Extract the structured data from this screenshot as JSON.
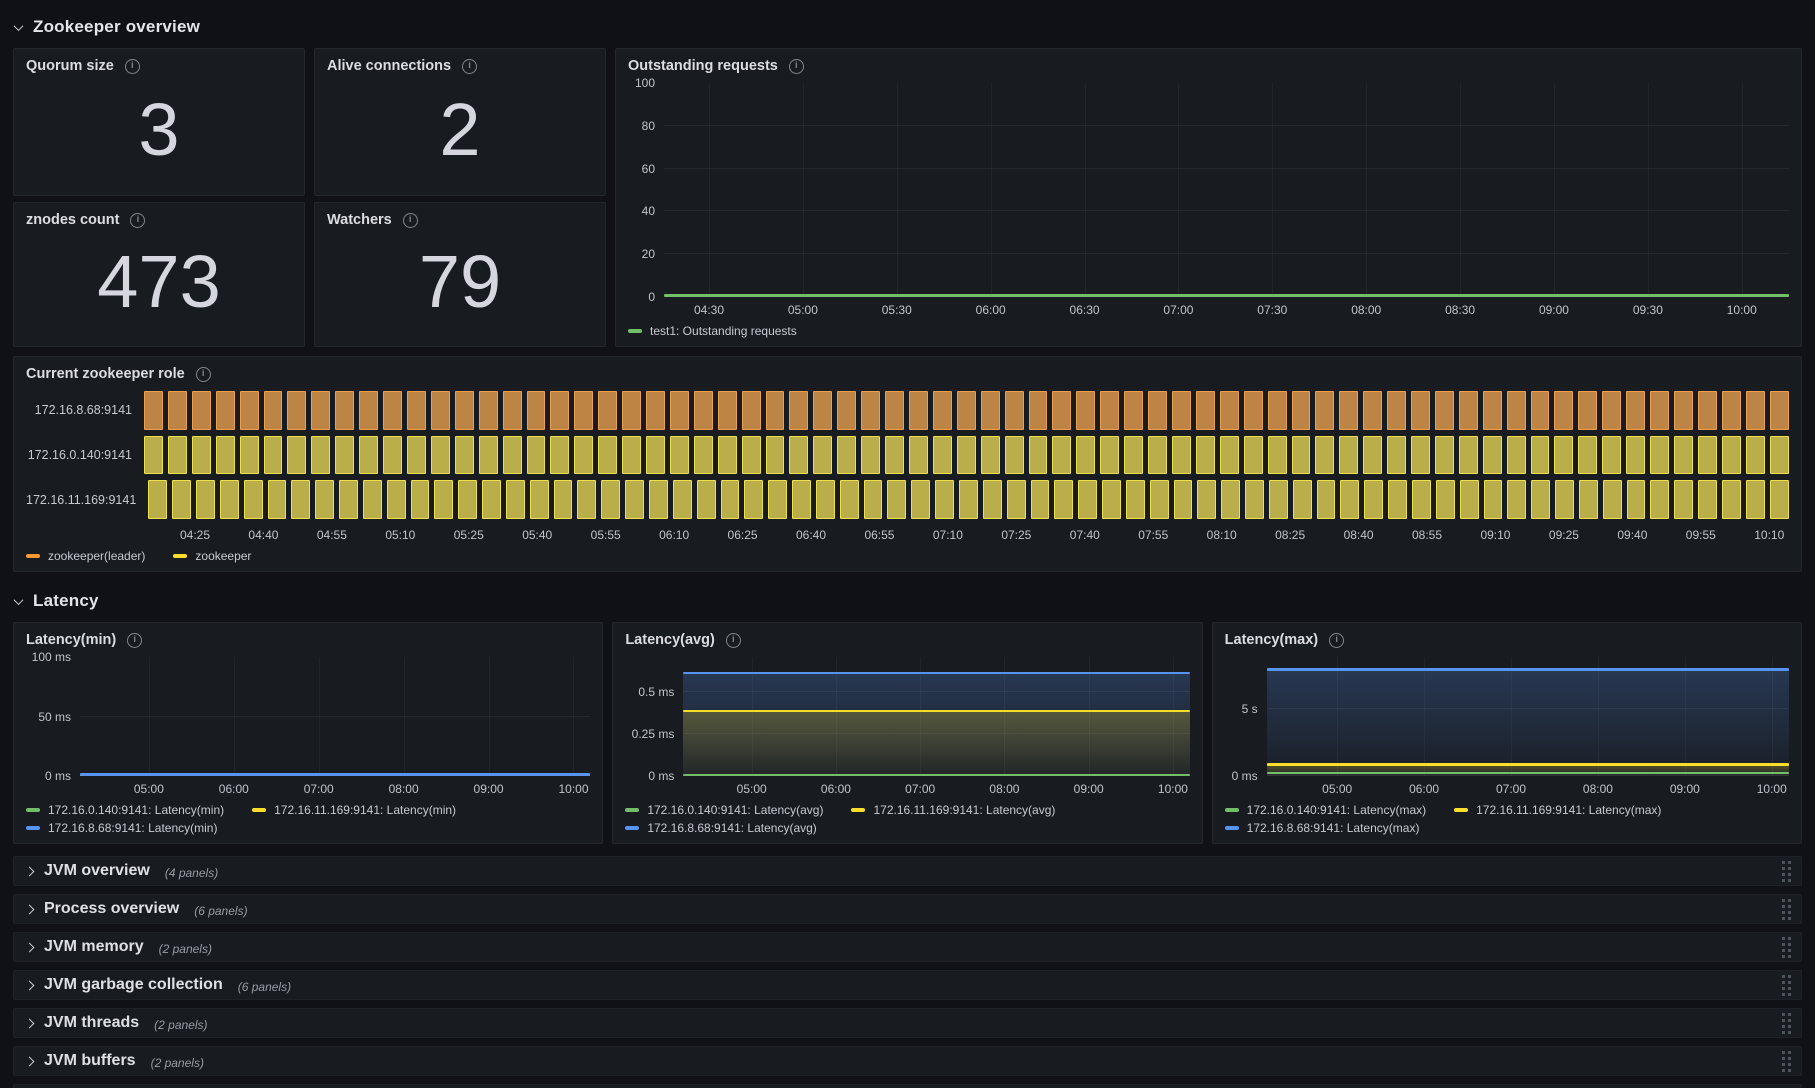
{
  "sections": {
    "overview": {
      "title": "Zookeeper overview"
    },
    "latency": {
      "title": "Latency"
    }
  },
  "stats": [
    {
      "title": "Quorum size",
      "value": "3"
    },
    {
      "title": "Alive connections",
      "value": "2"
    },
    {
      "title": "znodes count",
      "value": "473"
    },
    {
      "title": "Watchers",
      "value": "79"
    }
  ],
  "panels": {
    "outstanding": {
      "title": "Outstanding requests"
    },
    "role": {
      "title": "Current zookeeper role"
    },
    "latency_min": {
      "title": "Latency(min)"
    },
    "latency_avg": {
      "title": "Latency(avg)"
    },
    "latency_max": {
      "title": "Latency(max)"
    }
  },
  "charts": {
    "outstanding": {
      "ylabel_width": 36,
      "y_ticks": [
        {
          "label": "0",
          "frac": 0.0
        },
        {
          "label": "20",
          "frac": 0.2
        },
        {
          "label": "40",
          "frac": 0.4
        },
        {
          "label": "60",
          "frac": 0.6
        },
        {
          "label": "80",
          "frac": 0.8
        },
        {
          "label": "100",
          "frac": 1.0
        }
      ],
      "x_ticks": [
        "04:30",
        "05:00",
        "05:30",
        "06:00",
        "06:30",
        "07:00",
        "07:30",
        "08:00",
        "08:30",
        "09:00",
        "09:30",
        "10:00"
      ],
      "x_range": [
        0.04,
        0.958
      ],
      "series": [
        {
          "name": "test1: Outstanding requests",
          "color": "#73bf69",
          "frac": 0.006,
          "fill": false
        }
      ],
      "legend": [
        [
          {
            "label": "test1: Outstanding requests",
            "color": "#73bf69"
          }
        ]
      ]
    },
    "latency_min": {
      "ylabel_width": 54,
      "y_ticks": [
        {
          "label": "0 ms",
          "frac": 0.0
        },
        {
          "label": "50 ms",
          "frac": 0.5
        },
        {
          "label": "100 ms",
          "frac": 1.0
        }
      ],
      "x_ticks": [
        "05:00",
        "06:00",
        "07:00",
        "08:00",
        "09:00",
        "10:00"
      ],
      "x_range": [
        0.135,
        0.967
      ],
      "series": [
        {
          "name": "172.16.0.140:9141: Latency(min)",
          "color": "#73bf69",
          "frac": 0.006,
          "fill": false
        },
        {
          "name": "172.16.11.169:9141: Latency(min)",
          "color": "#fade2a",
          "frac": 0.006,
          "fill": false
        },
        {
          "name": "172.16.8.68:9141: Latency(min)",
          "color": "#5794f2",
          "frac": 0.012,
          "fill": false
        }
      ],
      "legend": [
        [
          {
            "label": "172.16.0.140:9141: Latency(min)",
            "color": "#73bf69"
          },
          {
            "label": "172.16.11.169:9141: Latency(min)",
            "color": "#fade2a"
          }
        ],
        [
          {
            "label": "172.16.8.68:9141: Latency(min)",
            "color": "#5794f2"
          }
        ]
      ]
    },
    "latency_avg": {
      "ylabel_width": 58,
      "y_ticks": [
        {
          "label": "0 ms",
          "frac": 0.0
        },
        {
          "label": "0.25 ms",
          "frac": 0.352
        },
        {
          "label": "0.5 ms",
          "frac": 0.704
        }
      ],
      "x_ticks": [
        "05:00",
        "06:00",
        "07:00",
        "08:00",
        "09:00",
        "10:00"
      ],
      "x_range": [
        0.135,
        0.967
      ],
      "series": [
        {
          "name": "172.16.8.68:9141: Latency(avg)",
          "color": "#5794f2",
          "frac": 0.862,
          "fill": true
        },
        {
          "name": "172.16.11.169:9141: Latency(avg)",
          "color": "#fade2a",
          "frac": 0.545,
          "fill": true
        },
        {
          "name": "172.16.0.140:9141: Latency(avg)",
          "color": "#73bf69",
          "frac": 0.008,
          "fill": false
        }
      ],
      "legend": [
        [
          {
            "label": "172.16.0.140:9141: Latency(avg)",
            "color": "#73bf69"
          },
          {
            "label": "172.16.11.169:9141: Latency(avg)",
            "color": "#fade2a"
          }
        ],
        [
          {
            "label": "172.16.8.68:9141: Latency(avg)",
            "color": "#5794f2"
          }
        ]
      ]
    },
    "latency_max": {
      "ylabel_width": 42,
      "y_ticks": [
        {
          "label": "0 ms",
          "frac": 0.0
        },
        {
          "label": "5 s",
          "frac": 0.565
        }
      ],
      "x_ticks": [
        "05:00",
        "06:00",
        "07:00",
        "08:00",
        "09:00",
        "10:00"
      ],
      "x_range": [
        0.135,
        0.967
      ],
      "series": [
        {
          "name": "172.16.8.68:9141: Latency(max)",
          "color": "#5794f2",
          "frac": 0.894,
          "fill": true
        },
        {
          "name": "172.16.11.169:9141: Latency(max)",
          "color": "#fade2a",
          "frac": 0.096,
          "fill": true
        },
        {
          "name": "172.16.0.140:9141: Latency(max)",
          "color": "#73bf69",
          "frac": 0.024,
          "fill": false
        }
      ],
      "legend": [
        [
          {
            "label": "172.16.0.140:9141: Latency(max)",
            "color": "#73bf69"
          },
          {
            "label": "172.16.11.169:9141: Latency(max)",
            "color": "#fade2a"
          }
        ],
        [
          {
            "label": "172.16.8.68:9141: Latency(max)",
            "color": "#5794f2"
          }
        ]
      ]
    }
  },
  "role_timeline": {
    "rows": [
      {
        "label": "172.16.8.68:9141",
        "state": "zookeeper(leader)",
        "border": "#ef9f4d",
        "fill": "#bc8546"
      },
      {
        "label": "172.16.0.140:9141",
        "state": "zookeeper",
        "border": "#ede04b",
        "fill": "#b9ae4a"
      },
      {
        "label": "172.16.11.169:9141",
        "state": "zookeeper",
        "border": "#ede04b",
        "fill": "#b9ae4a"
      }
    ],
    "bars_per_row": 69,
    "x_ticks": [
      "04:25",
      "04:40",
      "04:55",
      "05:10",
      "05:25",
      "05:40",
      "05:55",
      "06:10",
      "06:25",
      "06:40",
      "06:55",
      "07:10",
      "07:25",
      "07:40",
      "07:55",
      "08:10",
      "08:25",
      "08:40",
      "08:55",
      "09:10",
      "09:25",
      "09:40",
      "09:55",
      "10:10"
    ],
    "x_range": [
      0.031,
      0.988
    ],
    "legend": [
      [
        {
          "label": "zookeeper(leader)",
          "color": "#ff9830"
        },
        {
          "label": "zookeeper",
          "color": "#fade2a"
        }
      ]
    ]
  },
  "collapsed_rows": [
    {
      "title": "JVM overview",
      "count": "(4 panels)"
    },
    {
      "title": "Process overview",
      "count": "(6 panels)"
    },
    {
      "title": "JVM memory",
      "count": "(2 panels)"
    },
    {
      "title": "JVM garbage collection",
      "count": "(6 panels)"
    },
    {
      "title": "JVM threads",
      "count": "(2 panels)"
    },
    {
      "title": "JVM buffers",
      "count": "(2 panels)"
    }
  ],
  "chart_data": [
    {
      "type": "line",
      "title": "Outstanding requests",
      "ylim": [
        0,
        100
      ],
      "x_range": [
        "04:30",
        "10:00"
      ],
      "series": [
        {
          "name": "test1: Outstanding requests",
          "constant_value": 0
        }
      ]
    },
    {
      "type": "state-timeline",
      "title": "Current zookeeper role",
      "x_range": [
        "04:25",
        "10:10"
      ],
      "rows": [
        {
          "name": "172.16.8.68:9141",
          "state": "zookeeper(leader)"
        },
        {
          "name": "172.16.0.140:9141",
          "state": "zookeeper"
        },
        {
          "name": "172.16.11.169:9141",
          "state": "zookeeper"
        }
      ]
    },
    {
      "type": "line",
      "title": "Latency(min)",
      "unit": "ms",
      "ylim": [
        0,
        100
      ],
      "x_range": [
        "05:00",
        "10:00"
      ],
      "series": [
        {
          "name": "172.16.0.140:9141: Latency(min)",
          "constant_value": 0
        },
        {
          "name": "172.16.11.169:9141: Latency(min)",
          "constant_value": 0
        },
        {
          "name": "172.16.8.68:9141: Latency(min)",
          "constant_value": 0
        }
      ]
    },
    {
      "type": "line",
      "title": "Latency(avg)",
      "unit": "ms",
      "ylim": [
        0,
        0.71
      ],
      "x_range": [
        "05:00",
        "10:00"
      ],
      "series": [
        {
          "name": "172.16.0.140:9141: Latency(avg)",
          "constant_value": 0
        },
        {
          "name": "172.16.11.169:9141: Latency(avg)",
          "constant_value": 0.39
        },
        {
          "name": "172.16.8.68:9141: Latency(avg)",
          "constant_value": 0.61
        }
      ]
    },
    {
      "type": "line",
      "title": "Latency(max)",
      "unit": "s",
      "ylim": [
        0,
        8.9
      ],
      "x_range": [
        "05:00",
        "10:00"
      ],
      "series": [
        {
          "name": "172.16.0.140:9141: Latency(max)",
          "constant_value": 0.2
        },
        {
          "name": "172.16.11.169:9141: Latency(max)",
          "constant_value": 0.85
        },
        {
          "name": "172.16.8.68:9141: Latency(max)",
          "constant_value": 7.9
        }
      ]
    }
  ]
}
